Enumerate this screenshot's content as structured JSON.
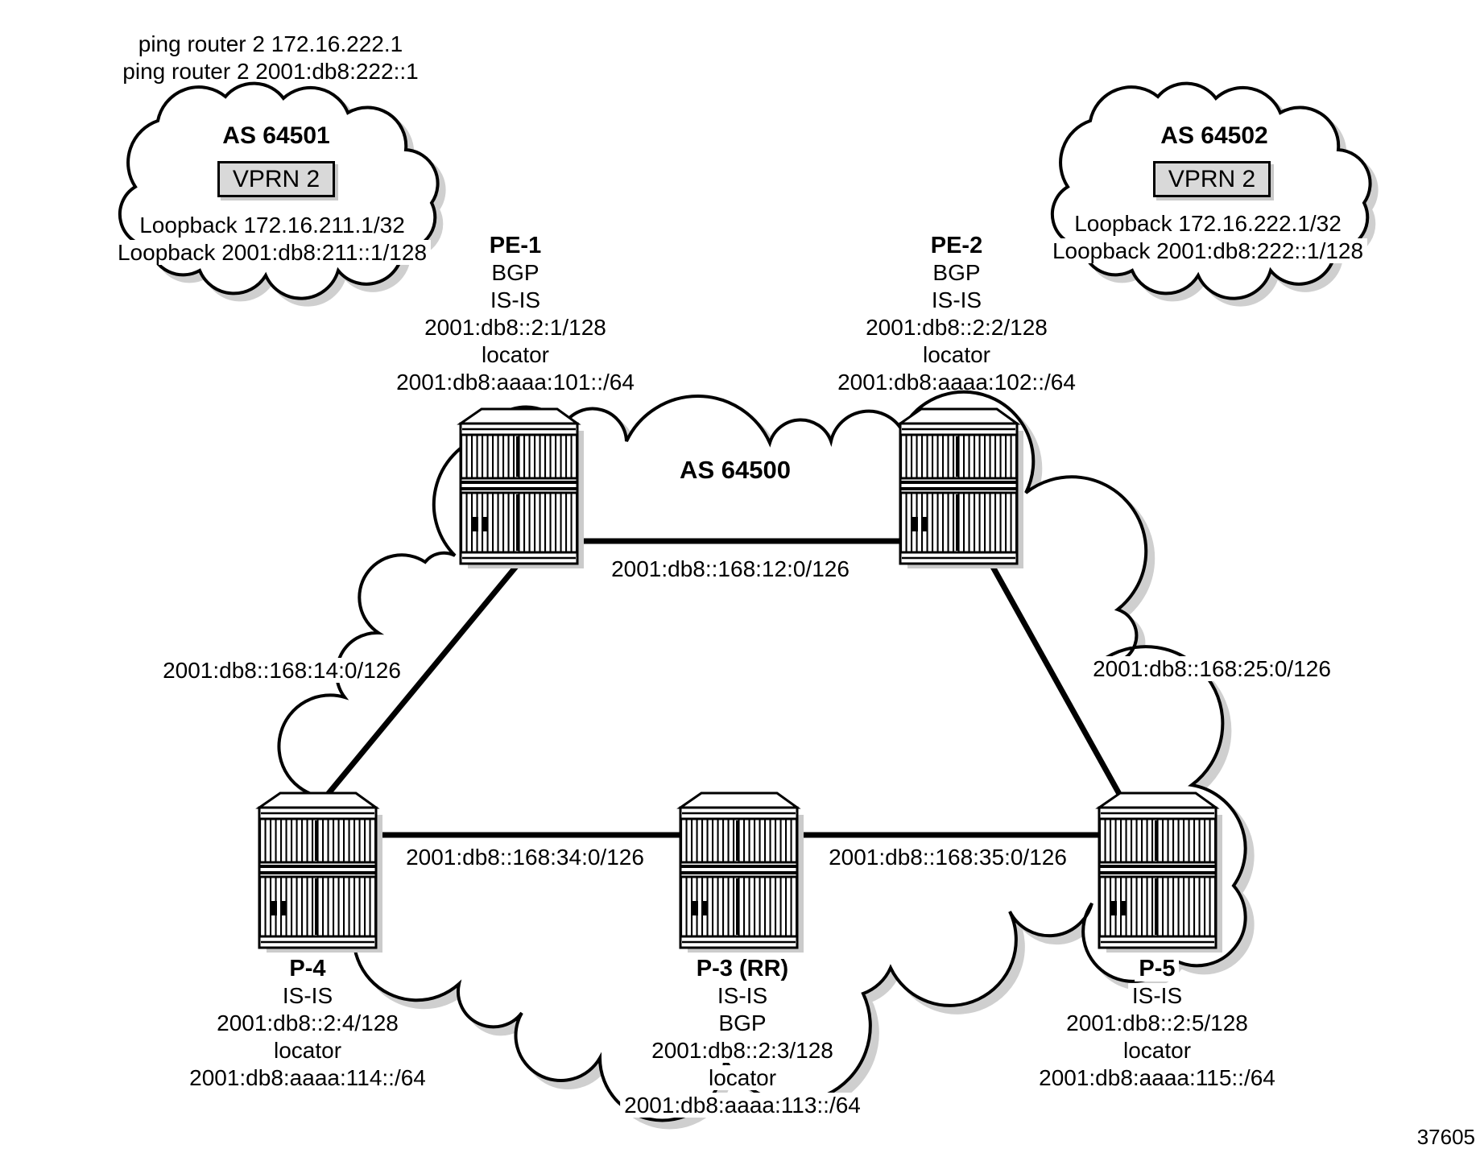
{
  "figure_number": "37605",
  "annotations": {
    "ping_line1": "ping router 2 172.16.222.1",
    "ping_line2": "ping router 2 2001:db8:222::1"
  },
  "clouds": {
    "left": {
      "as_name": "AS 64501",
      "vprn": "VPRN 2",
      "loopback1": "Loopback 172.16.211.1/32",
      "loopback2": "Loopback 2001:db8:211::1/128"
    },
    "right": {
      "as_name": "AS 64502",
      "vprn": "VPRN 2",
      "loopback1": "Loopback 172.16.222.1/32",
      "loopback2": "Loopback 2001:db8:222::1/128"
    },
    "core": {
      "as_name": "AS 64500"
    }
  },
  "routers": {
    "pe1": {
      "name": "PE-1",
      "lines": [
        "BGP",
        "IS-IS",
        "2001:db8::2:1/128",
        "locator",
        "2001:db8:aaaa:101::/64"
      ]
    },
    "pe2": {
      "name": "PE-2",
      "lines": [
        "BGP",
        "IS-IS",
        "2001:db8::2:2/128",
        "locator",
        "2001:db8:aaaa:102::/64"
      ]
    },
    "p4": {
      "name": "P-4",
      "lines": [
        "IS-IS",
        "2001:db8::2:4/128",
        "locator",
        "2001:db8:aaaa:114::/64"
      ]
    },
    "p3": {
      "name": "P-3 (RR)",
      "lines": [
        "IS-IS",
        "BGP",
        "2001:db8::2:3/128",
        "locator",
        "2001:db8:aaaa:113::/64"
      ]
    },
    "p5": {
      "name": "P-5",
      "lines": [
        "IS-IS",
        "2001:db8::2:5/128",
        "locator",
        "2001:db8:aaaa:115::/64"
      ]
    }
  },
  "links": {
    "pe1_pe2": "2001:db8::168:12:0/126",
    "pe1_p4": "2001:db8::168:14:0/126",
    "pe2_p5": "2001:db8::168:25:0/126",
    "p4_p3": "2001:db8::168:34:0/126",
    "p3_p5": "2001:db8::168:35:0/126"
  },
  "colors": {
    "ink": "#000000",
    "shadow": "#c9c9c9",
    "vprn_fill": "#d9d9d9"
  }
}
